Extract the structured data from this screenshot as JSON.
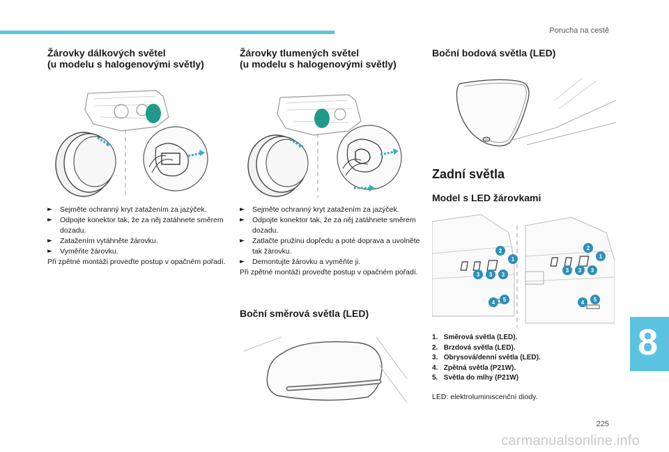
{
  "header": {
    "section_title": "Porucha na cestě"
  },
  "chapter": {
    "number": "8"
  },
  "page": {
    "number": "225"
  },
  "watermark": "carmanualsonline.info",
  "colors": {
    "accent": "#5bc3e0",
    "callout": "#2d8fb8",
    "arrow": "#3aa9c7"
  },
  "col1": {
    "title_line1": "Žárovky dálkových světel",
    "title_line2": "(u modelu s halogenovými světly)",
    "bullet_icon": "arrow-right-icon",
    "bullets": [
      "Sejměte ochranný kryt zatažením za jazýček.",
      "Odpojte konektor tak, že za něj zatáhnete směrem dozadu.",
      "Zatažením vytáhněte žárovku.",
      "Vyměňte žárovku."
    ],
    "note": "Při zpětné montáži proveďte postup v opačném pořadí."
  },
  "col2": {
    "title_line1": "Žárovky tlumených světel",
    "title_line2": "(u modelu s halogenovými světly)",
    "bullets": [
      "Sejměte ochranný kryt zatažením za jazýček.",
      "Odpojte konektor tak, že za něj zatáhnete směrem dozadu.",
      "Zatlačte pružinu dopředu a poté doprava a uvolněte tak žárovku.",
      "Demontujte žárovku a vyměňte ji."
    ],
    "note": "Při zpětné montáži proveďte postup v opačném pořadí.",
    "section2_title": "Boční směrová světla (LED)"
  },
  "col3": {
    "title": "Boční bodová světla (LED)",
    "heading": "Zadní světla",
    "subheading": "Model s LED žárovkami",
    "callouts": [
      "1",
      "2",
      "3",
      "4",
      "5"
    ],
    "legend": [
      {
        "num": "1.",
        "text": "Směrová světla (LED)."
      },
      {
        "num": "2.",
        "text": "Brzdová světla (LED)."
      },
      {
        "num": "3.",
        "text": "Obrysová/denní světla (LED)."
      },
      {
        "num": "4.",
        "text": "Zpětná světla (P21W)."
      },
      {
        "num": "5.",
        "text": "Světla do mlhy (P21W)"
      }
    ],
    "led_note": "LED: elektroluminiscenční diody."
  }
}
